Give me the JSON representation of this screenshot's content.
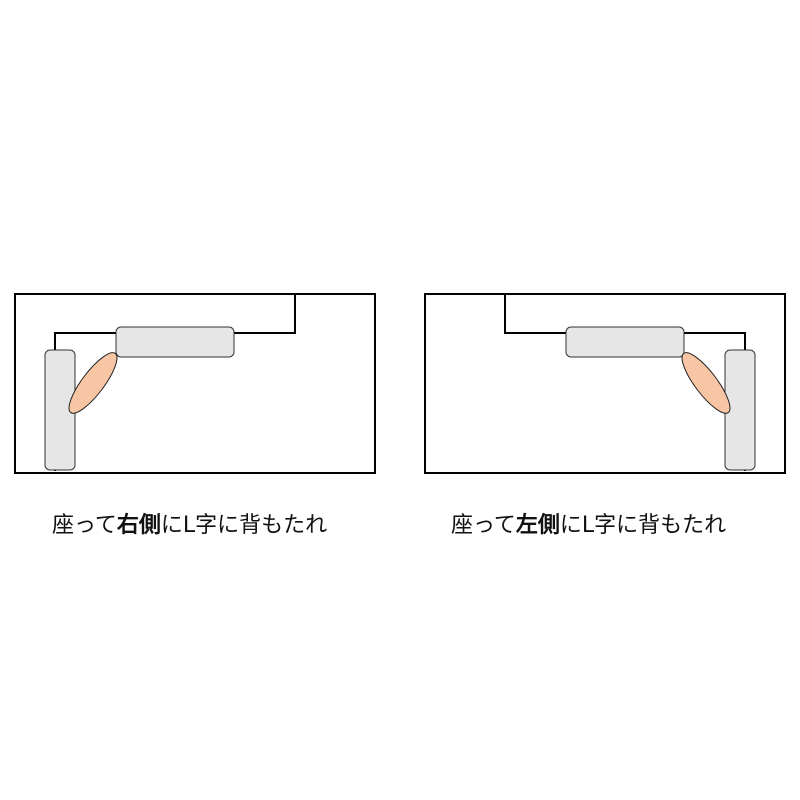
{
  "panels": [
    {
      "caption": {
        "prefix": "座って",
        "emphasis": "右側",
        "suffix": "にL字に背もたれ"
      }
    },
    {
      "caption": {
        "prefix": "座って",
        "emphasis": "左側",
        "suffix": "にL字に背もたれ"
      }
    }
  ],
  "colors": {
    "frame": "#000000",
    "cushion_fill": "#e6e6e6",
    "cushion_stroke": "#333333",
    "body_fill": "#f8c6a4",
    "body_stroke": "#222222"
  }
}
